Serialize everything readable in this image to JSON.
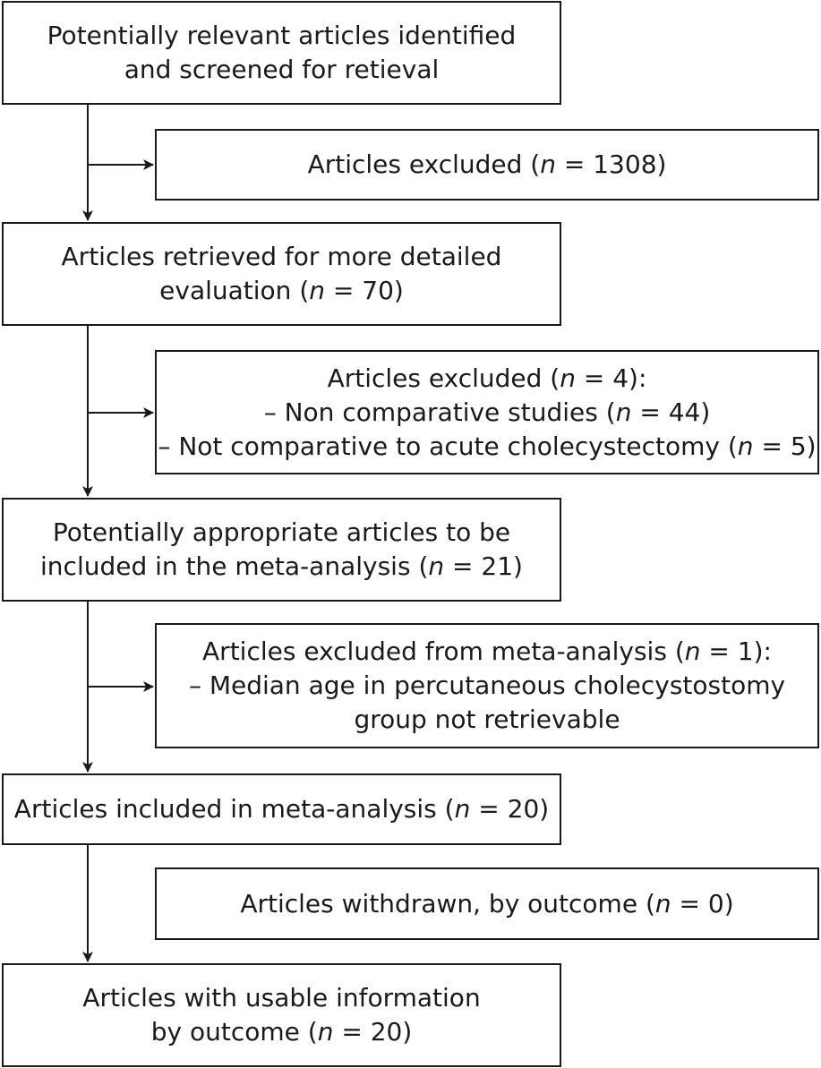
{
  "flow": {
    "steps": [
      {
        "lines": [
          "Potentially relevant articles identified",
          "and screened for retieval"
        ]
      },
      {
        "lines": [
          "Articles retrieved for more detailed",
          "evaluation (n = 70)"
        ]
      },
      {
        "lines": [
          "Potentially appropriate articles to be",
          "included in the meta-analysis (n = 21)"
        ]
      },
      {
        "lines": [
          "Articles included in meta-analysis (n = 20)"
        ]
      },
      {
        "lines": [
          "Articles with usable information",
          "by outcome (n = 20)"
        ]
      }
    ],
    "exclusions": [
      {
        "lines": [
          "Articles excluded (n = 1308)"
        ]
      },
      {
        "lines": [
          "Articles excluded (n = 4):",
          "– Non comparative studies (n = 44)",
          "– Not comparative to acute cholecystectomy (n = 5)"
        ]
      },
      {
        "lines": [
          "Articles excluded from meta-analysis (n = 1):",
          "– Median age in percutaneous cholecystostomy",
          "group not retrievable"
        ]
      },
      {
        "lines": [
          "Articles withdrawn, by outcome (n = 0)"
        ]
      }
    ]
  },
  "colors": {
    "stroke": "#1a1a1a",
    "background": "#ffffff"
  }
}
